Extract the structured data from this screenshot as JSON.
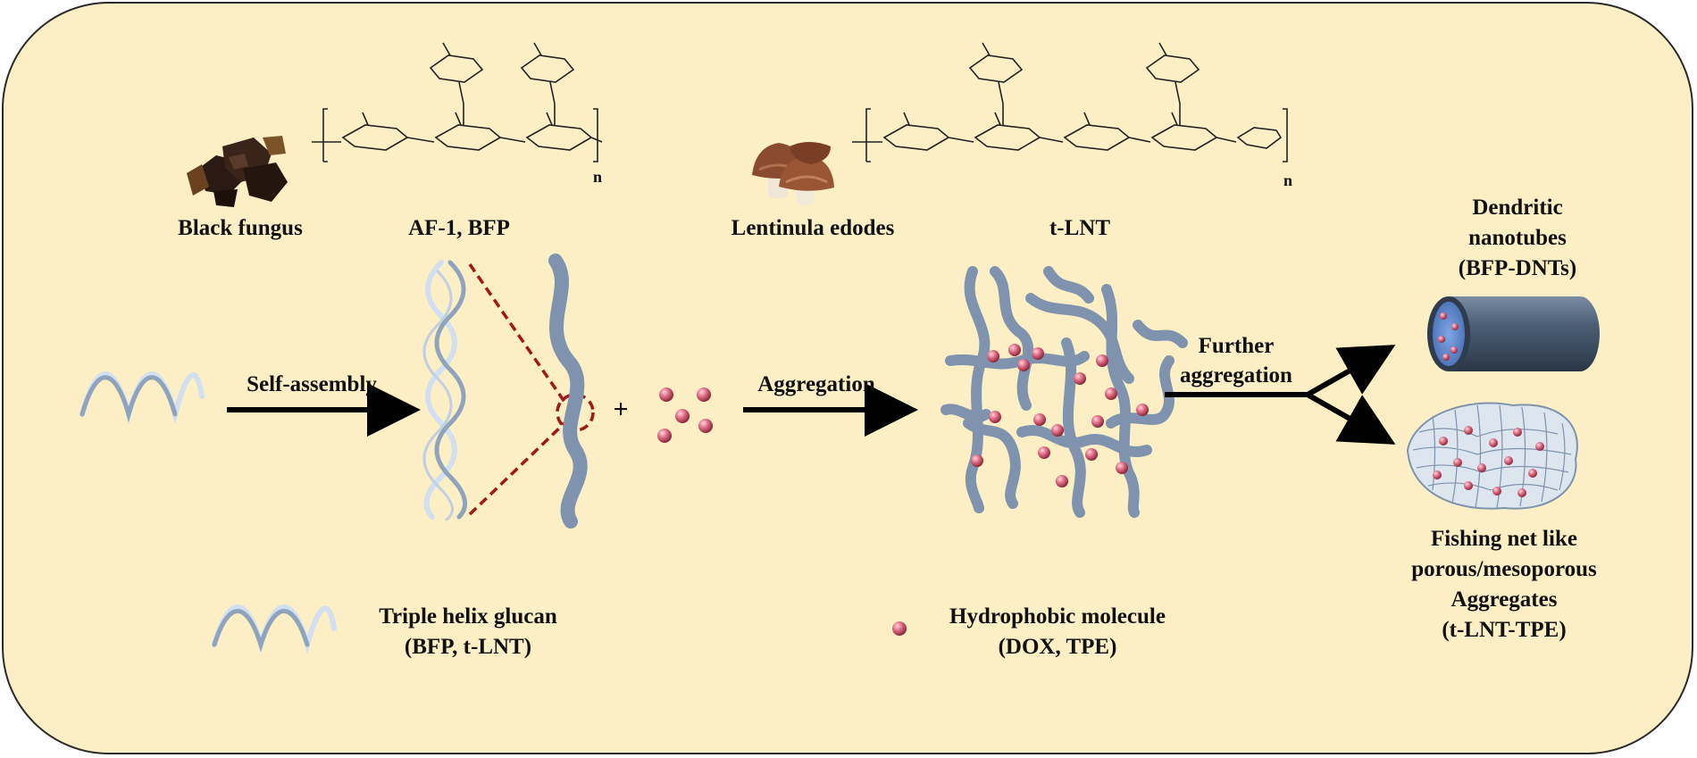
{
  "top": {
    "black_fungus": "Black fungus",
    "af1_bfp": "AF-1, BFP",
    "lentinula": "Lentinula edodes",
    "tlnt": "t-LNT"
  },
  "process": {
    "self_assembly": "Self-assembly",
    "plus": "+",
    "aggregation": "Aggregation",
    "further_1": "Further",
    "further_2": "aggregation"
  },
  "products": {
    "dnt_1": "Dendritic",
    "dnt_2": "nanotubes",
    "dnt_3": "(BFP-DNTs)",
    "net_1": "Fishing net like",
    "net_2": "porous/mesoporous",
    "net_3": "Aggregates",
    "net_4": "(t-LNT-TPE)"
  },
  "legend": {
    "glucan_1": "Triple helix glucan",
    "glucan_2": "(BFP, t-LNT)",
    "molecule_1": "Hydrophobic molecule",
    "molecule_2": "(DOX, TPE)"
  },
  "structure": {
    "repeat_n": "n"
  },
  "colors": {
    "background": "#fcefc6",
    "helix_strand": "#8fa3bd",
    "helix_light": "#d2dff0",
    "glucan_chain": "#7f93ae",
    "molecule": "#d8566f",
    "cone": "#a01818",
    "tube": "#3a4a5c",
    "tube_face": "#5f86c6"
  }
}
